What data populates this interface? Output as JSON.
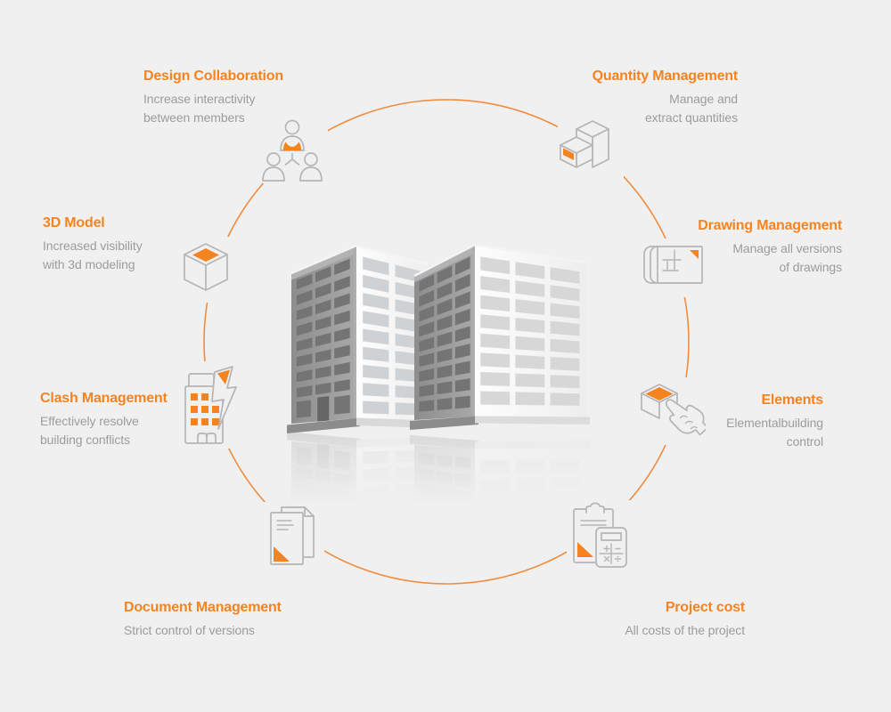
{
  "palette": {
    "background": "#f0f0f0",
    "accent": "#f5831f",
    "ring": "#ef8c3f",
    "muted_text": "#9c9c9c",
    "icon_stroke": "#b5b5b5"
  },
  "center_illustration": "isometric-office-buildings-with-reflection",
  "features": [
    {
      "id": "design-collaboration",
      "title": "Design Collaboration",
      "subtitle": "Increase interactivity\nbetween members",
      "icon": "team-icon"
    },
    {
      "id": "quantity-management",
      "title": "Quantity Management",
      "subtitle": "Manage and\nextract quantities",
      "icon": "quantity-boxes-icon"
    },
    {
      "id": "3d-model",
      "title": "3D Model",
      "subtitle": "Increased visibility\nwith 3d modeling",
      "icon": "cube-3d-icon"
    },
    {
      "id": "drawing-management",
      "title": "Drawing Management",
      "subtitle": "Manage all versions\nof drawings",
      "icon": "blueprint-icon"
    },
    {
      "id": "clash-management",
      "title": "Clash Management",
      "subtitle": "Effectively resolve\nbuilding conflicts",
      "icon": "building-clash-icon"
    },
    {
      "id": "elements",
      "title": "Elements",
      "subtitle": "Elementalbuilding\ncontrol",
      "icon": "cube-hand-icon"
    },
    {
      "id": "document-management",
      "title": "Document Management",
      "subtitle": "Strict control of versions",
      "icon": "documents-icon"
    },
    {
      "id": "project-cost",
      "title": "Project cost",
      "subtitle": "All costs of the project",
      "icon": "clipboard-calculator-icon"
    }
  ]
}
